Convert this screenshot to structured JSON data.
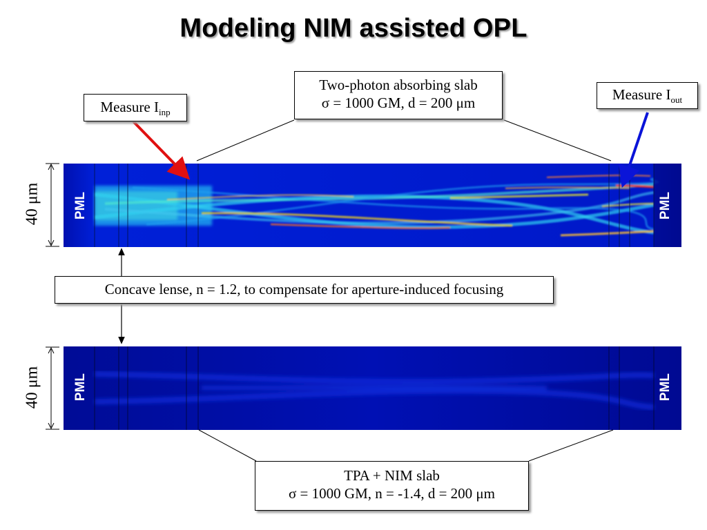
{
  "title": "Modeling NIM assisted OPL",
  "slab_box": {
    "line1": "Two-photon absorbing slab",
    "line2": "σ = 1000 GM, d = 200 μm"
  },
  "measure_inp": {
    "text": "Measure I",
    "sub": "inp",
    "arrow_color": "#e01010"
  },
  "measure_out": {
    "text": "Measure I",
    "sub": "out",
    "arrow_color": "#0a14d8"
  },
  "lens_box": {
    "text": "Concave lense, n = 1.2, to compensate for aperture-induced focusing"
  },
  "tpa_box": {
    "line1": "TPA + NIM slab",
    "line2": "σ = 1000 GM, n = -1.4, d = 200 μm"
  },
  "panel_top": {
    "pml_left": "PML",
    "pml_right": "PML",
    "dimension": "40 μm"
  },
  "panel_bottom": {
    "pml_left": "PML",
    "pml_right": "PML",
    "dimension": "40 μm"
  },
  "colors": {
    "field_background": "#00008c",
    "field_bottom": "#0a10b8"
  }
}
